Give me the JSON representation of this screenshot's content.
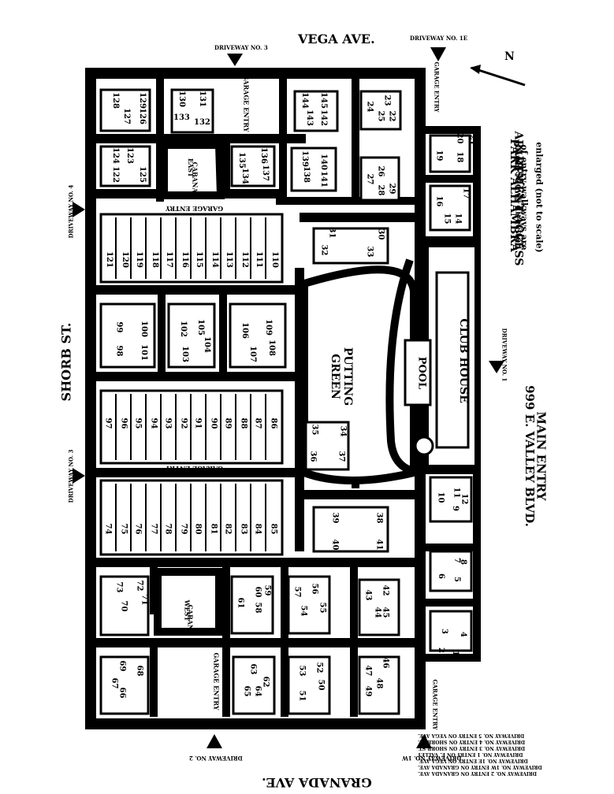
{
  "streets": {
    "north": "VEGA AVE.",
    "south": "GRANADA AVE.",
    "west": "SHORB ST."
  },
  "driveways": {
    "no3_top": "DRIVEWAY NO. 3",
    "no1e": "DRIVEWAY NO. 1E",
    "no4": "DRIVEWAY NO. 4",
    "no3_left": "DRIVEWAY NO. 3",
    "no2": "DRIVEWAY NO. 2",
    "no1w": "DRIVEWAY NO. 1W",
    "no1": "DRIVEWAY NO. 1"
  },
  "areas": {
    "putting_green_1": "PUTTING",
    "putting_green_2": "GREEN",
    "pool": "POOL",
    "club_house": "CLUB HOUSE",
    "east_cabana_1": "EAST",
    "east_cabana_2": "CABANA",
    "west_cabana_1": "WEST",
    "west_cabana_2": "CABANA",
    "garage_entry": "GARAGE ENTRY",
    "garage": "GARAGE",
    "entry": "ENTRY"
  },
  "title": {
    "line1": "PARK ALHAMBRA",
    "line2": "APARTMENT ACCESS",
    "line3": "MAP-Shows direction",
    "line4": "of entry-walkways are",
    "line5": "enlarged (not to scale)"
  },
  "address": {
    "line1": "999  E. VALLEY BLVD.",
    "line2": "MAIN ENTRY"
  },
  "compass": "N",
  "legend": [
    "DRIVEWAY NO. 1 ENTRY ON E. VALLEY",
    "DRIVEWAY NO. 1E ENTRY ON VEGA AVE.",
    "DRIVEWAY NO. 1W ENTRY ON GRANADA AVE.",
    "DRIVEWAY NO. 2 ENTRY ON GRANADA AVE.",
    "DRIVEWAY NO. 3 ENTRY ON SHORB ST.",
    "DRIVEWAY NO. 4 ENTRY ON SHORB ST.",
    "DRIVEWAY NO. 5 ENTRY ON VEGA AVE."
  ],
  "units": {
    "u128": "128",
    "u129": "129",
    "u127": "127",
    "u126": "126",
    "u130": "130",
    "u131": "131",
    "u133": "133",
    "u132": "132",
    "u144": "144",
    "u145": "145",
    "u143": "143",
    "u142": "142",
    "u24": "24",
    "u23": "23",
    "u25": "25",
    "u22": "22",
    "u124": "124",
    "u123": "123",
    "u122": "122",
    "u125": "125",
    "u135": "135",
    "u136": "136",
    "u134": "134",
    "u137": "137",
    "u139": "139",
    "u140": "140",
    "u138": "138",
    "u141": "141",
    "u27": "27",
    "u26": "26",
    "u28": "28",
    "u29": "29",
    "u19": "19",
    "u20": "20",
    "u18": "18",
    "u21": "21",
    "u16": "16",
    "u15": "15",
    "u14": "14",
    "u17": "17",
    "u121": "121",
    "u120": "120",
    "u119": "119",
    "u118": "118",
    "u117": "117",
    "u116": "116",
    "u115": "115",
    "u114": "114",
    "u113": "113",
    "u112": "112",
    "u111": "111",
    "u110": "110",
    "u32": "32",
    "u31": "31",
    "u33": "33",
    "u30": "30",
    "u99": "99",
    "u98": "98",
    "u100": "100",
    "u101": "101",
    "u102": "102",
    "u105": "105",
    "u103": "103",
    "u104": "104",
    "u106": "106",
    "u109": "109",
    "u107": "107",
    "u108": "108",
    "u97": "97",
    "u96": "96",
    "u95": "95",
    "u94": "94",
    "u93": "93",
    "u92": "92",
    "u91": "91",
    "u90": "90",
    "u89": "89",
    "u88": "88",
    "u87": "87",
    "u86": "86",
    "u35": "35",
    "u34": "34",
    "u36": "36",
    "u37": "37",
    "u74": "74",
    "u75": "75",
    "u76": "76",
    "u77": "77",
    "u78": "78",
    "u79": "79",
    "u80": "80",
    "u81": "81",
    "u82": "82",
    "u83": "83",
    "u84": "84",
    "u85": "85",
    "u39": "39",
    "u38": "38",
    "u40": "40",
    "u41": "41",
    "u10": "10",
    "u11": "11",
    "u9": "9",
    "u12": "12",
    "u7": "7",
    "u6": "6",
    "u5": "5",
    "u8": "8",
    "u73": "73",
    "u72": "72",
    "u70": "70",
    "u71": "71",
    "u61": "61",
    "u60": "60",
    "u58": "58",
    "u59": "59",
    "u57": "57",
    "u56": "56",
    "u54": "54",
    "u55": "55",
    "u43": "43",
    "u42": "42",
    "u44": "44",
    "u45": "45",
    "u2": "2",
    "u3": "3",
    "u1": "1",
    "u4": "4",
    "u67": "67",
    "u69": "69",
    "u66": "66",
    "u68": "68",
    "u65": "65",
    "u63": "63",
    "u64": "64",
    "u62": "62",
    "u53": "53",
    "u51": "51",
    "u52": "52",
    "u50": "50",
    "u47": "47",
    "u46": "46",
    "u49": "49",
    "u48": "48"
  }
}
